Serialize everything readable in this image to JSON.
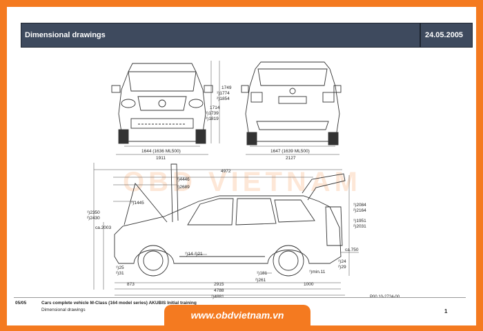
{
  "header": {
    "title": "Dimensional drawings",
    "date": "24.05.2005"
  },
  "front_view": {
    "height_a": "1749",
    "height_b": "¹)1774",
    "height_c": "²)1854",
    "height_d": "1714",
    "height_e": "¹)1739",
    "height_f": "²)1819",
    "track": "1644 (1636 ML500)",
    "width": "1911"
  },
  "rear_view": {
    "track": "1647 (1639 ML500)",
    "width": "2127"
  },
  "side_view": {
    "length_top": "4972",
    "tailgate_open": "¹)4446",
    "hood_open": "¹)2689",
    "hood_height": "¹)1445",
    "height_left_a": "¹)2350",
    "height_left_b": "²)2430",
    "height_left_c": "ca.2003",
    "rear_height_a": "¹)2084",
    "rear_height_b": "²)2164",
    "rear_height_c": "¹)1951",
    "rear_height_d": "²)2031",
    "sill_a": "¹)14",
    "sill_b": "²)21",
    "front_clear_a": "¹)25",
    "front_clear_b": "²)31",
    "min_clear": "¹)min.11",
    "rear_750": "ca.750",
    "rear_clear_a": "¹)24",
    "rear_clear_b": "²)29",
    "ground_a": "¹)181",
    "ground_b": "²)261",
    "overhang_front": "873",
    "wheelbase": "2915",
    "overhang_rear": "1000",
    "length_total": "4788",
    "length_total_b": "¹)4881",
    "figure_id": "P00.10-2724-00"
  },
  "watermark": "OBD VIETNAM",
  "footer": {
    "page_code": "05/05",
    "course": "Cars  complete vehicle M-Class (164 model series) AKUBIS Initial training",
    "section": "Dimensional drawings",
    "page_number": "1",
    "site": "www.obdvietnam.vn"
  }
}
